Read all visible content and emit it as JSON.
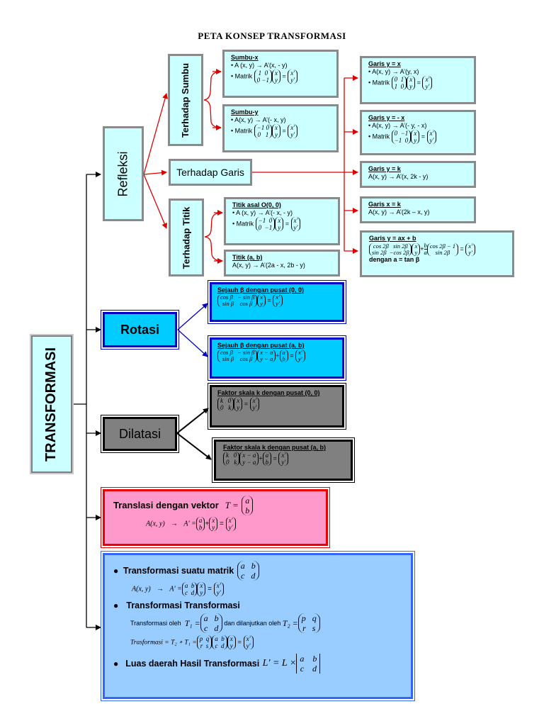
{
  "title": "PETA KONSEP TRANSFORMASI",
  "colors": {
    "red": "#dd0000",
    "blue": "#0000cc",
    "black": "#000000",
    "cyan": "#ccffff",
    "rotasi_fill": "#00ccff",
    "dilatasi_fill": "#808080",
    "translasi_fill": "#ff99cc",
    "matrix_fill": "#99ccff"
  },
  "root": "TRANSFORMASI",
  "refleksi": {
    "label": "Refleksi",
    "terhadap_sumbu": {
      "label": "Terhadap Sumbu",
      "sumbu_x": {
        "head": "Sumbu-x",
        "map": "A (x, y) → A’(x, - y)",
        "matrik": "Matrik",
        "m": [
          "1",
          "0",
          "0",
          "−1"
        ],
        "v": [
          "x",
          "y"
        ],
        "r": [
          "x'",
          "y'"
        ]
      },
      "sumbu_y": {
        "head": "Sumbu-y",
        "map": "A(x, y) → A’(- x, y)",
        "matrik": "Matrik",
        "m": [
          "−1",
          "0",
          "0",
          "1"
        ],
        "v": [
          "x",
          "y"
        ],
        "r": [
          "x'",
          "y'"
        ]
      }
    },
    "terhadap_garis": {
      "label": "Terhadap Garis",
      "garis_y_x": {
        "head": "Garis y = x",
        "map": "A(x, y) → A’(y, x)",
        "matrik": "Matrik",
        "m": [
          "0",
          "1",
          "1",
          "0"
        ],
        "v": [
          "x",
          "y"
        ],
        "r": [
          "x'",
          "y'"
        ]
      },
      "garis_y_minx": {
        "head": "Garis y = - x",
        "map": "A(x, y) → A’(- y, - x)",
        "matrik": "Matrik",
        "m": [
          "0",
          "−1",
          "−1",
          "0"
        ],
        "v": [
          "x",
          "y"
        ],
        "r": [
          "x'",
          "y'"
        ]
      },
      "garis_y_k": {
        "head": "Garis y = k",
        "map": "A(x, y) → A’(x, 2k - y)"
      },
      "garis_x_k": {
        "head": "Garis x = k",
        "map": "A(x, y) → A’(2k – x, y)"
      },
      "garis_y_axb": {
        "head": "Garis y = ax + b",
        "m1": [
          "cos 2β",
          "sin 2β",
          "sin 2β",
          "−cos 2β"
        ],
        "v": [
          "x",
          "y"
        ],
        "frac_num": "b",
        "frac_den": "a",
        "m2": [
          "cos 2β − 1",
          "sin 2β"
        ],
        "r": [
          "x'",
          "y'"
        ],
        "note": "dengan a = tan β"
      }
    },
    "terhadap_titik": {
      "label": "Terhadap Titik",
      "titik_asal": {
        "head": "Titik asal O(0, 0)",
        "map": "A (x, y) → A’(- x, - y)",
        "matrik": "Matrik",
        "m": [
          "−1",
          "0",
          "0",
          "−1"
        ],
        "v": [
          "x",
          "y"
        ],
        "r": [
          "x'",
          "y'"
        ]
      },
      "titik_ab": {
        "head": "Titik  (a, b)",
        "map": "A(x, y) → A’(2a - x, 2b - y)"
      }
    }
  },
  "rotasi": {
    "label": "Rotasi",
    "pusat_00": {
      "head": "Sejauh β dengan pusat (0, 0)",
      "m": [
        "cos β",
        "− sin β",
        "sin β",
        "cos β"
      ],
      "v": [
        "x",
        "y"
      ],
      "r": [
        "x'",
        "y'"
      ]
    },
    "pusat_ab": {
      "head": "Sejauh β dengan pusat (a, b)",
      "m": [
        "cos β",
        "− sin β",
        "sin β",
        "cos β"
      ],
      "v": [
        "x − a",
        "y − a"
      ],
      "t": [
        "a",
        "b"
      ],
      "r": [
        "x'",
        "y'"
      ]
    }
  },
  "dilatasi": {
    "label": "Dilatasi",
    "pusat_00": {
      "head": "Faktor skala k  dengan pusat (0, 0)",
      "m": [
        "k",
        "0",
        "0",
        "k"
      ],
      "v": [
        "x",
        "y"
      ],
      "r": [
        "x'",
        "y'"
      ]
    },
    "pusat_ab": {
      "head": "Faktor skala k  dengan pusat (a, b)",
      "m": [
        "k",
        "0",
        "0",
        "k"
      ],
      "v": [
        "x − a",
        "y − a"
      ],
      "t": [
        "a",
        "b"
      ],
      "r": [
        "x'",
        "y'"
      ]
    }
  },
  "translasi": {
    "label": "Translasi dengan vektor",
    "T": "T =",
    "vec": [
      "a",
      "b"
    ],
    "lhs": "A(x, y)",
    "arrow": "→",
    "aprime": "A' =",
    "v": [
      "x",
      "y"
    ],
    "r": [
      "x'",
      "y'"
    ]
  },
  "matrik_section": {
    "item1": {
      "label": "Transformasi suatu matrik",
      "m": [
        "a",
        "b",
        "c",
        "d"
      ],
      "lhs": "A(x, y)",
      "arrow": "→",
      "aprime": "A' =",
      "v": [
        "x",
        "y"
      ],
      "r": [
        "x'",
        "y'"
      ]
    },
    "item2": {
      "label": "Transformasi  Transformasi",
      "oleh": "Transformasi oleh",
      "T1": "T₁ =",
      "m1": [
        "a",
        "b",
        "c",
        "d"
      ],
      "lanjut": "dan dilanjutkan oleh",
      "T2": "T₂ =",
      "m2": [
        "p",
        "q",
        "r",
        "s"
      ],
      "comp": "Trasformasi = T₂ ∘ T₁ =",
      "v": [
        "x",
        "y"
      ],
      "r": [
        "x'",
        "y'"
      ]
    },
    "item3": {
      "label": "Luas daerah Hasil Transformasi",
      "eq": "L' = L ×",
      "m": [
        "a",
        "b",
        "c",
        "d"
      ]
    }
  }
}
